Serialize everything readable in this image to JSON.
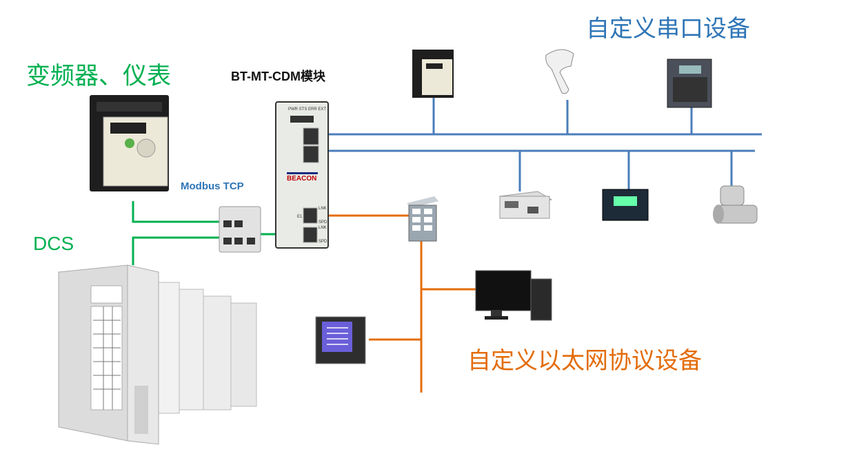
{
  "labels": {
    "vfd_meters": "变频器、仪表",
    "dcs": "DCS",
    "modbus_tcp": "Modbus TCP",
    "module": "BT-MT-CDM模块",
    "serial_devices": "自定义串口设备",
    "ethernet_devices": "自定义以太网协议设备"
  },
  "module_panel": {
    "leds": [
      "PWR",
      "STS",
      "ERR",
      "EXT"
    ],
    "brand": "BEACON",
    "ports": [
      "E1",
      "LNK",
      "SPD"
    ]
  },
  "colors": {
    "green_link": "#00b050",
    "blue_serial": "#4a7ebb",
    "orange_ethernet": "#e46c0a",
    "title_blue": "#2e75b6",
    "title_orange": "#e36c09"
  }
}
